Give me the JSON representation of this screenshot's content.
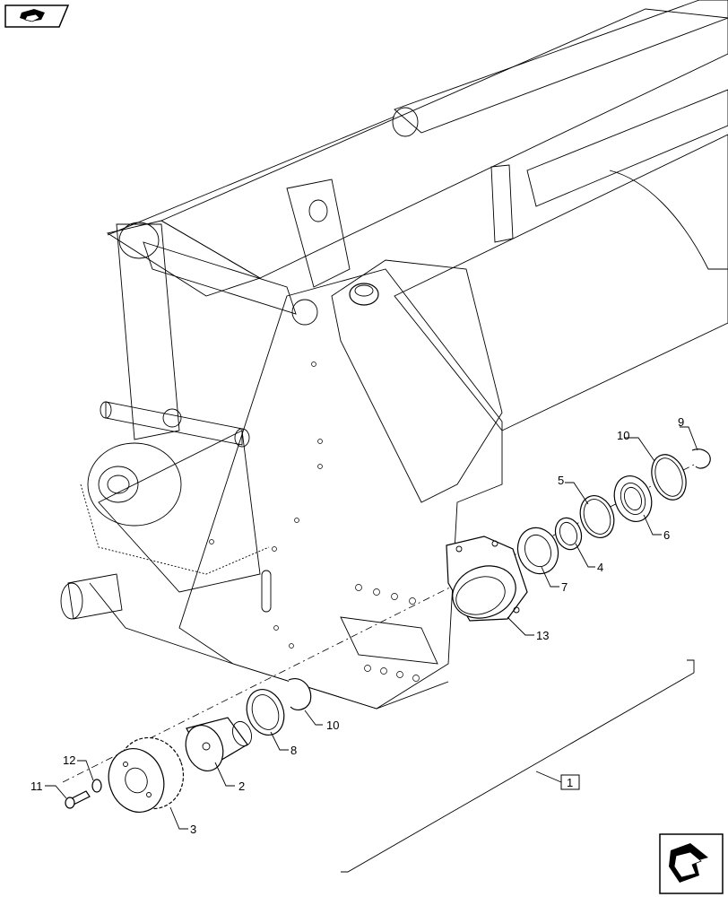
{
  "callouts": {
    "p1": "1",
    "p2": "2",
    "p3": "3",
    "p4": "4",
    "p5": "5",
    "p6": "6",
    "p7": "7",
    "p8": "8",
    "p9": "9",
    "p10a": "10",
    "p10b": "10",
    "p11": "11",
    "p12": "12",
    "p13": "13"
  },
  "icons": {
    "top_left": "back-arrow-icon",
    "bottom_right": "next-page-arrow-icon"
  }
}
